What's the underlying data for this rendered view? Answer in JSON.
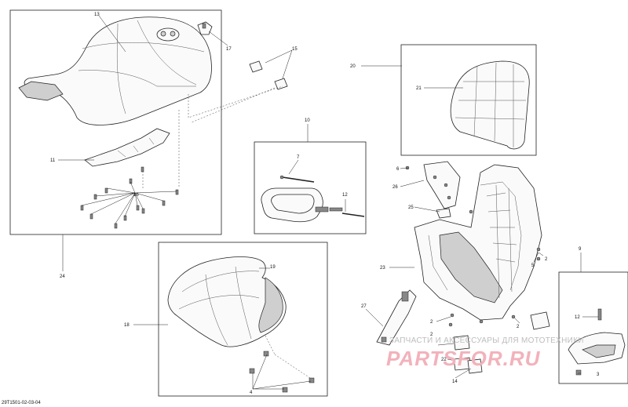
{
  "callouts": {
    "c13": "13",
    "c17": "17",
    "c15": "15",
    "c20": "20",
    "c21": "21",
    "c10": "10",
    "c7": "7",
    "c12a": "12",
    "c11": "11",
    "c16": "16",
    "c24": "24",
    "c6": "6",
    "c26": "26",
    "c25": "25",
    "c23": "23",
    "c5": "5",
    "c2a": "2",
    "c9": "9",
    "c12b": "12",
    "c3": "3",
    "c19": "19",
    "c18": "18",
    "c4": "4",
    "c27": "27",
    "c2b": "2",
    "c2c": "2",
    "c22": "22",
    "c14": "14",
    "c2d": "2"
  },
  "doc_code": "29T1501-02-03-04",
  "watermark": {
    "line1": "ЗАПЧАСТИ И АКСЕССУАРЫ ДЛЯ МОТОТЕХНИКИ",
    "line2": "PARTSFOR.RU"
  },
  "colors": {
    "line": "#222222",
    "watermark_text": "#f2b2bb"
  }
}
